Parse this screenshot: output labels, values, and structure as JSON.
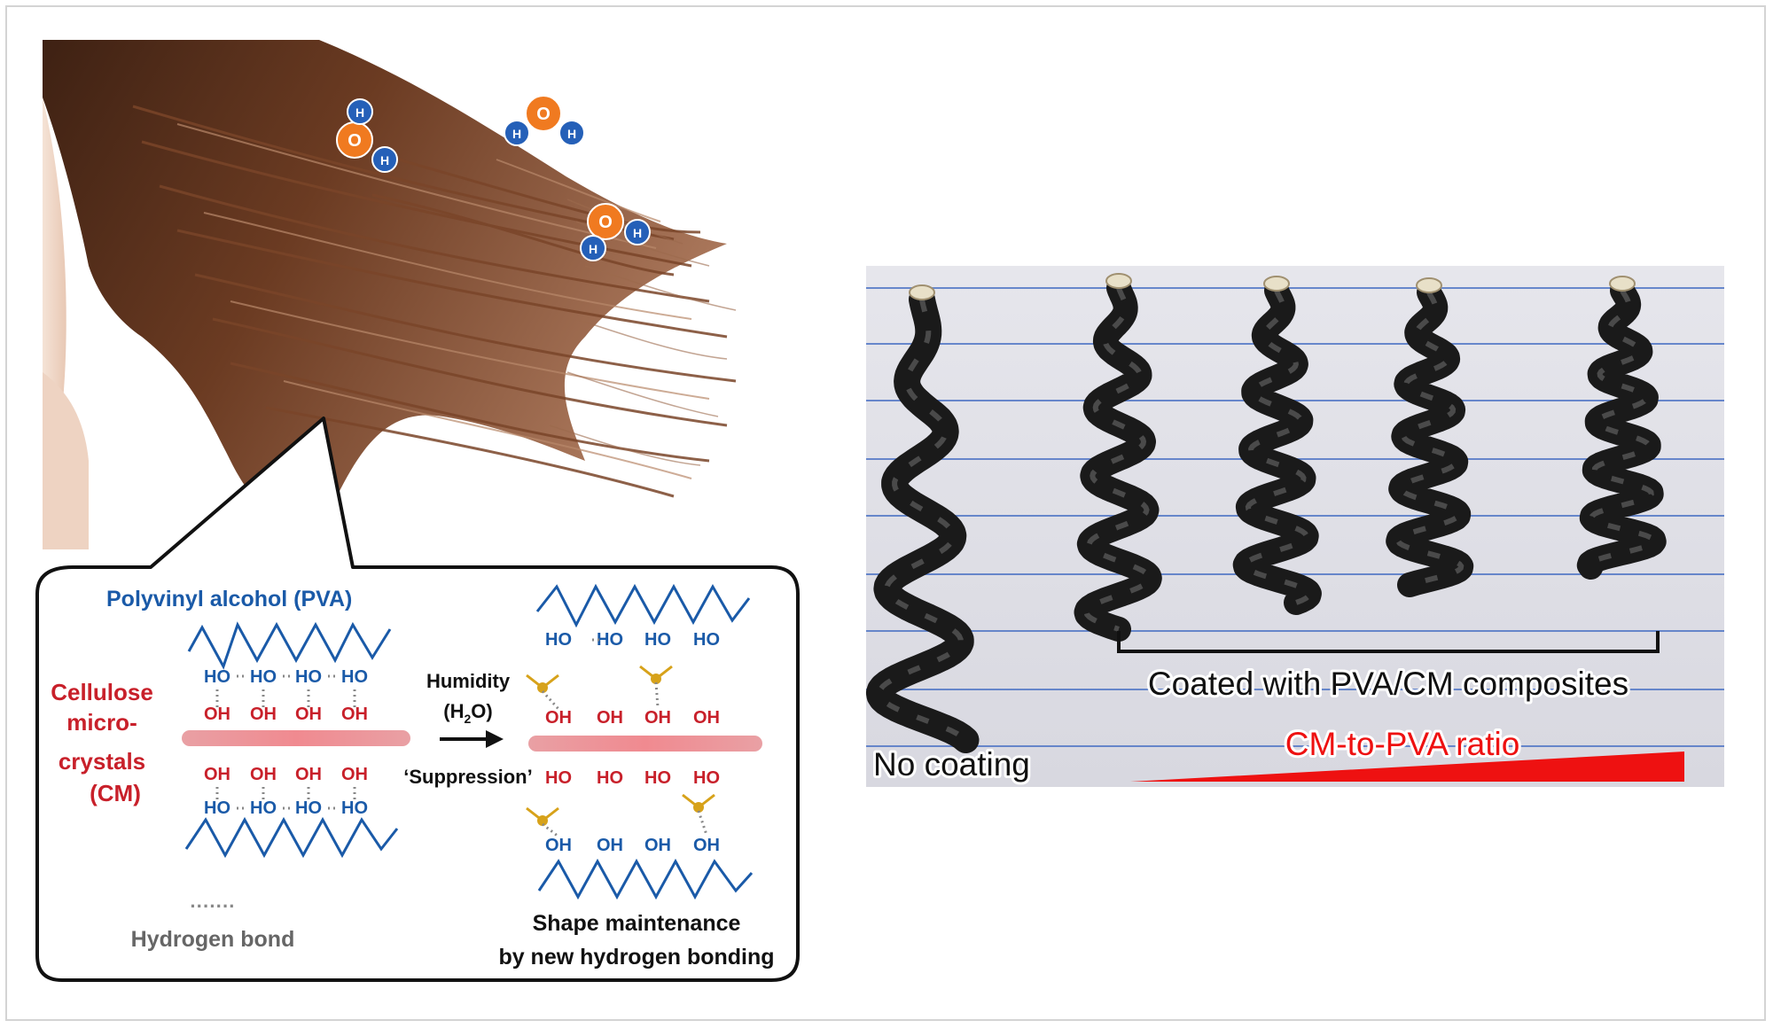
{
  "figure": {
    "colors": {
      "pva_blue": "#1a5aa8",
      "cm_red": "#c8202a",
      "water_orange": "#f07a20",
      "water_blue": "#2560b8",
      "yellow_bond": "#d7a21a",
      "dark_text": "#111111",
      "gray_text": "#666666",
      "hair_brown": "#6b3b22",
      "skin": "#f2dccd"
    },
    "molecules": [
      {
        "label_o": "O",
        "label_h": "H"
      },
      {
        "label_o": "O",
        "label_h": "H"
      },
      {
        "label_o": "O",
        "label_h": "H"
      }
    ],
    "bubble": {
      "pva_title": "Polyvinyl alcohol (PVA)",
      "cm_label_lines": [
        "Cellulose",
        "micro-",
        "crystals",
        "(CM)"
      ],
      "humidity_label": "Humidity",
      "water_label": "(H",
      "water_sub": "2",
      "water_close": "O)",
      "suppression_label": "‘Suppression’",
      "legend_dots": "·······",
      "legend_label": "Hydrogen bond",
      "caption_line1": "Shape maintenance",
      "caption_line2": "by new hydrogen bonding",
      "ho": "HO",
      "oh": "OH"
    },
    "photo": {
      "no_coating": "No coating",
      "coated_label": "Coated with PVA/CM composites",
      "ratio_label": "CM-to-PVA ratio"
    }
  }
}
